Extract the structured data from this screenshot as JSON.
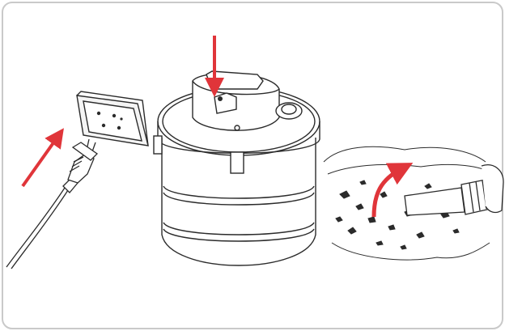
{
  "diagram": {
    "steps": [
      {
        "id": "plug-in",
        "icon": "power-plug-icon"
      },
      {
        "id": "switch-on",
        "icon": "power-switch-icon"
      },
      {
        "id": "vacuum-debris",
        "icon": "suction-hose-icon"
      }
    ],
    "colors": {
      "arrow": "#e0353a",
      "line": "#2b2b2b",
      "frame_border": "#c9c9c9",
      "background": "#ffffff"
    }
  }
}
